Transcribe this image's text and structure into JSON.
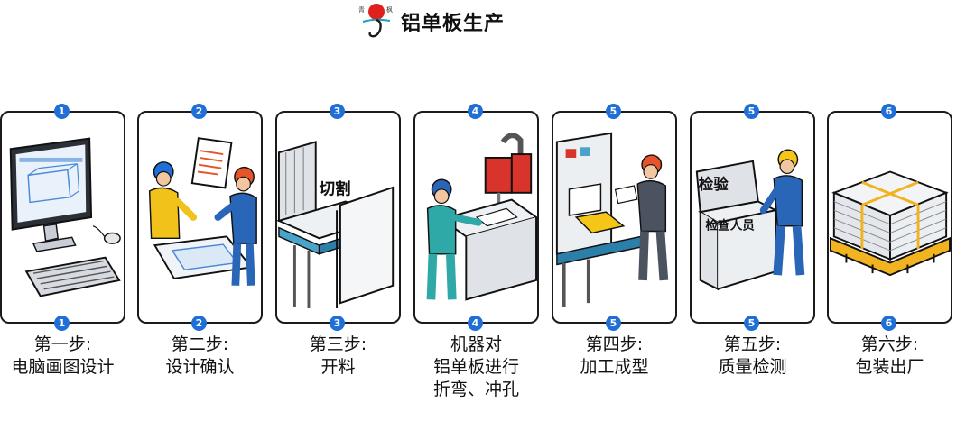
{
  "header": {
    "title": "铝单板生产",
    "logo_text_left": "青",
    "logo_text_right": "枫"
  },
  "steps": [
    {
      "badge": "1",
      "lines": [
        "第一步:",
        "电脑画图设计"
      ],
      "icon": "computer-monitor-icon"
    },
    {
      "badge": "2",
      "lines": [
        "第二步:",
        "设计确认"
      ],
      "icon": "workers-reviewing-drawing-icon"
    },
    {
      "badge": "3",
      "lines": [
        "第三步:",
        "开料"
      ],
      "icon": "panel-cutting-conveyor-icon",
      "sign": "切割"
    },
    {
      "badge": "4",
      "lines": [
        "机器对",
        "铝单板进行",
        "折弯、冲孔"
      ],
      "icon": "bending-punching-machine-icon"
    },
    {
      "badge": "5",
      "lines": [
        "第四步:",
        "加工成型"
      ],
      "icon": "press-forming-machine-icon"
    },
    {
      "badge": "5",
      "lines": [
        "第五步:",
        "质量检测"
      ],
      "icon": "quality-inspection-station-icon",
      "sign_top": "检验",
      "sign_bottom": "检查人员"
    },
    {
      "badge": "6",
      "lines": [
        "第六步:",
        "包装出厂"
      ],
      "icon": "packaged-pallet-icon"
    }
  ],
  "colors": {
    "badge": "#1f6fd6",
    "worker_blue": "#2a66b8",
    "helmet_orange": "#e8542a",
    "helmet_yellow": "#f5c518",
    "pallet": "#f2b320"
  }
}
